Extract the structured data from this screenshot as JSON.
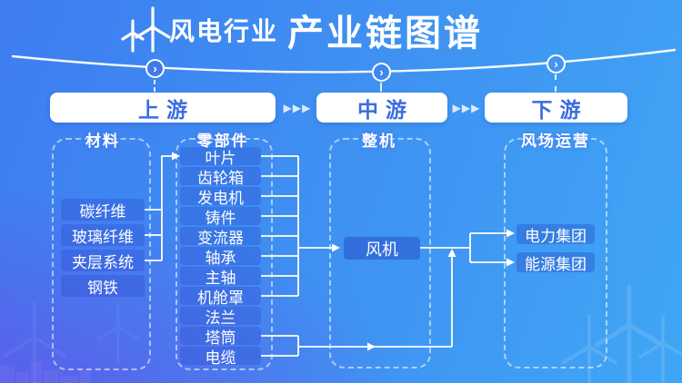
{
  "title": {
    "prefix": "风电行业",
    "main": "产业链图谱"
  },
  "stages": {
    "upstream": {
      "label": "上游"
    },
    "midstream": {
      "label": "中游"
    },
    "downstream": {
      "label": "下游"
    }
  },
  "groups": {
    "materials": {
      "label": "材料",
      "items": [
        "碳纤维",
        "玻璃纤维",
        "夹层系统",
        "钢铁"
      ]
    },
    "components": {
      "label": "零部件",
      "items": [
        "叶片",
        "齿轮箱",
        "发电机",
        "铸件",
        "变流器",
        "轴承",
        "主轴",
        "机舱罩",
        "法兰",
        "塔筒",
        "电缆"
      ]
    },
    "machine": {
      "label": "整机",
      "items": [
        "风机"
      ]
    },
    "operation": {
      "label": "风场运营",
      "items": [
        "电力集团",
        "能源集团"
      ]
    }
  },
  "icons": {
    "wind_turbine": "wind-turbine",
    "chevron": "›",
    "flow_arrows": "▶▶▶"
  },
  "colors": {
    "stage_text": "#3a6ce2",
    "bg_top_right": "#3fa6f5",
    "bg_left": "#3e7df1",
    "bg_bottom_left_purple": "#6550e8",
    "line": "#ffffff"
  }
}
